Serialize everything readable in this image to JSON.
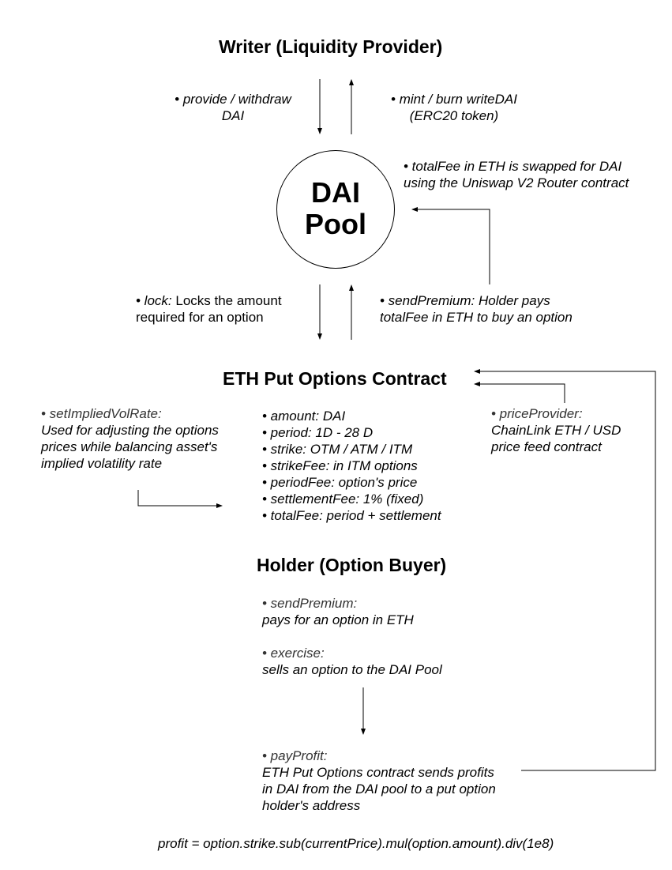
{
  "writer": {
    "title": "Writer (Liquidity Provider)",
    "provide_line1": "• provide / withdraw",
    "provide_line2": "DAI",
    "mint_line1": "• mint / burn writeDAI",
    "mint_line2": "(ERC20 token)"
  },
  "pool": {
    "line1": "DAI",
    "line2": "Pool",
    "swap_line1": "• totalFee in ETH is swapped for DAI",
    "swap_line2": "using the Uniswap V2 Router contract"
  },
  "lock": {
    "bullet": "• lock: ",
    "text1": "Locks the amount",
    "text2": "required for an option"
  },
  "send_premium_note": {
    "line1": "• sendPremium: Holder pays",
    "line2": "totalFee in ETH to buy an option"
  },
  "contract": {
    "title": "ETH Put Options Contract",
    "params": [
      "• amount: DAI",
      "• period: 1D - 28 D",
      "• strike: OTM / ATM / ITM",
      "• strikeFee: in ITM options",
      "• periodFee: option's price",
      "• settlementFee: 1% (fixed)",
      "• totalFee: period + settlement"
    ]
  },
  "volrate": {
    "label": "• setImpliedVolRate:",
    "lines": [
      "Used for adjusting the options",
      "prices while balancing asset's",
      "implied volatility rate"
    ]
  },
  "price_provider": {
    "label": "• priceProvider:",
    "lines": [
      "ChainLink ETH / USD",
      "price feed contract"
    ]
  },
  "holder": {
    "title": "Holder (Option Buyer)",
    "send_label": "• sendPremium:",
    "send_text": "pays for an option in ETH",
    "exercise_label": "• exercise:",
    "exercise_text": "sells an option to the DAI Pool"
  },
  "pay_profit": {
    "label": "• payProfit:",
    "lines": [
      "ETH Put Options contract sends profits",
      "in DAI from the DAI pool to a put option",
      "holder's address"
    ]
  },
  "formula": "profit = option.strike.sub(currentPrice).mul(option.amount).div(1e8)"
}
